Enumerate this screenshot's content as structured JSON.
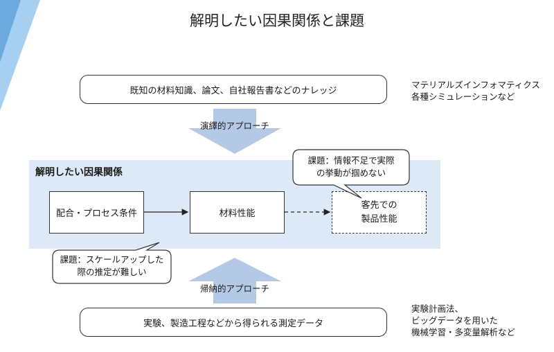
{
  "title": "解明したい因果関係と課題",
  "top_box": "既知の材料知識、論文、自社報告書などのナレッジ",
  "top_note": {
    "line1": "マテリアルズインフォマティクス",
    "line2": "各種シミュレーションなど"
  },
  "deductive_label": "演繹的アプローチ",
  "band_title": "解明したい因果関係",
  "nodes": {
    "formulation": "配合・プロセス条件",
    "performance": "材料性能",
    "customer_line1": "客先での",
    "customer_line2": "製品性能"
  },
  "bubble_top": {
    "line1": "課題：情報不足で実際",
    "line2": "の挙動が掴めない"
  },
  "bubble_bottom": {
    "line1": "課題：スケールアップした",
    "line2": "際の推定が難しい"
  },
  "inductive_label": "帰納的アプローチ",
  "bottom_box": "実験、製造工程などから得られる測定データ",
  "bottom_note": {
    "line1": "実験計画法、",
    "line2": "ビッグデータを用いた",
    "line3": "機械学習・多変量解析など"
  },
  "colors": {
    "band": "#dde9f6",
    "arrow": "#b4c9e6",
    "corner": "#5fa9e3"
  }
}
